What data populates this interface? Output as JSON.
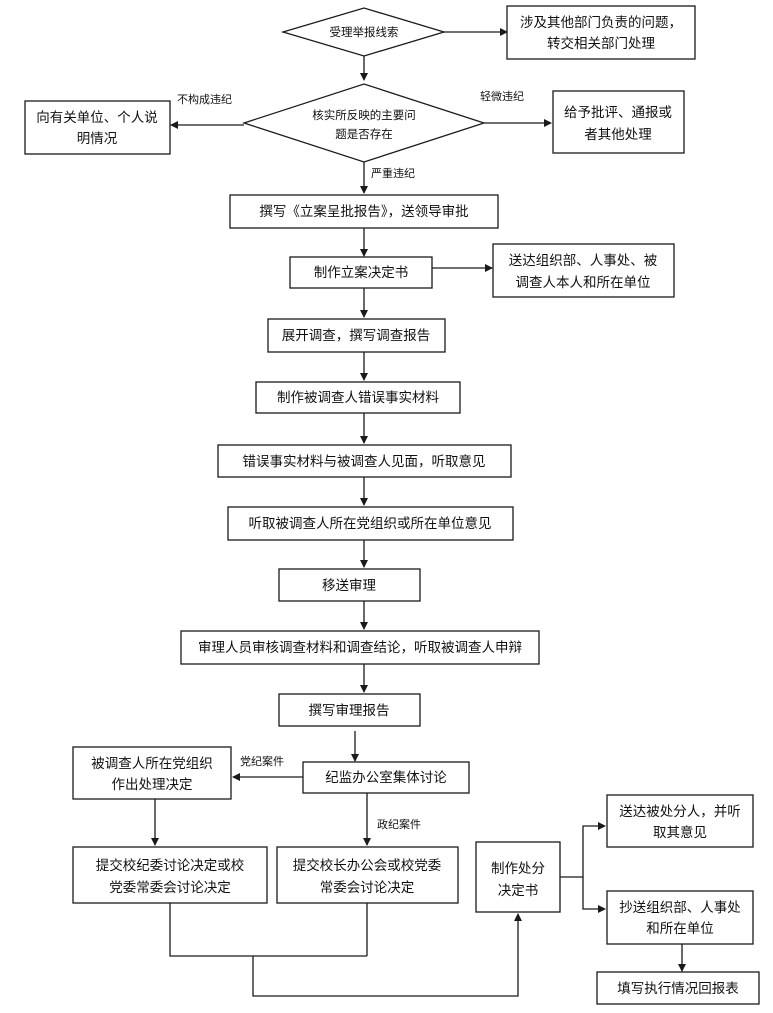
{
  "nodes": {
    "accept_clue": "受理举报线索",
    "transfer": [
      "涉及其他部门负责的问题，",
      "转交相关部门处理"
    ],
    "verify": [
      "核实所反映的主要问",
      "题是否存在"
    ],
    "explain": [
      "向有关单位、个人说",
      "明情况"
    ],
    "criticize": [
      "给予批评、通报或",
      "者其他处理"
    ],
    "report_approval": "撰写《立案呈批报告》，送领导审批",
    "decision": "制作立案决定书",
    "deliver_decision": [
      "送达组织部、人事处、被",
      "调查人本人和所在单位"
    ],
    "investigate": "展开调查，撰写调查报告",
    "error_material": "制作被调查人错误事实材料",
    "meet": "错误事实材料与被调查人见面，听取意见",
    "org_opinion": "听取被调查人所在党组织或所在单位意见",
    "transfer_review": "移送审理",
    "review": "审理人员审核调查材料和调查结论，听取被调查人申辩",
    "review_report": "撰写审理报告",
    "party_org_decision": [
      "被调查人所在党组织",
      "作出处理决定"
    ],
    "collective": "纪监办公室集体讨论",
    "school_discipline": [
      "提交校纪委讨论决定或校",
      "党委常委会讨论决定"
    ],
    "school_office": [
      "提交校长办公会或校党委",
      "常委会讨论决定"
    ],
    "penalty": [
      "制作处分",
      "决定书"
    ],
    "deliver_punished": [
      "送达被处分人，并听",
      "取其意见"
    ],
    "copy_units": [
      "抄送组织部、人事处",
      "和所在单位"
    ],
    "feedback": "填写执行情况回报表"
  },
  "edge_labels": {
    "not_violation": "不构成违纪",
    "minor": "轻微违纪",
    "serious": "严重违纪",
    "party_case": "党纪案件",
    "admin_case": "政纪案件"
  }
}
